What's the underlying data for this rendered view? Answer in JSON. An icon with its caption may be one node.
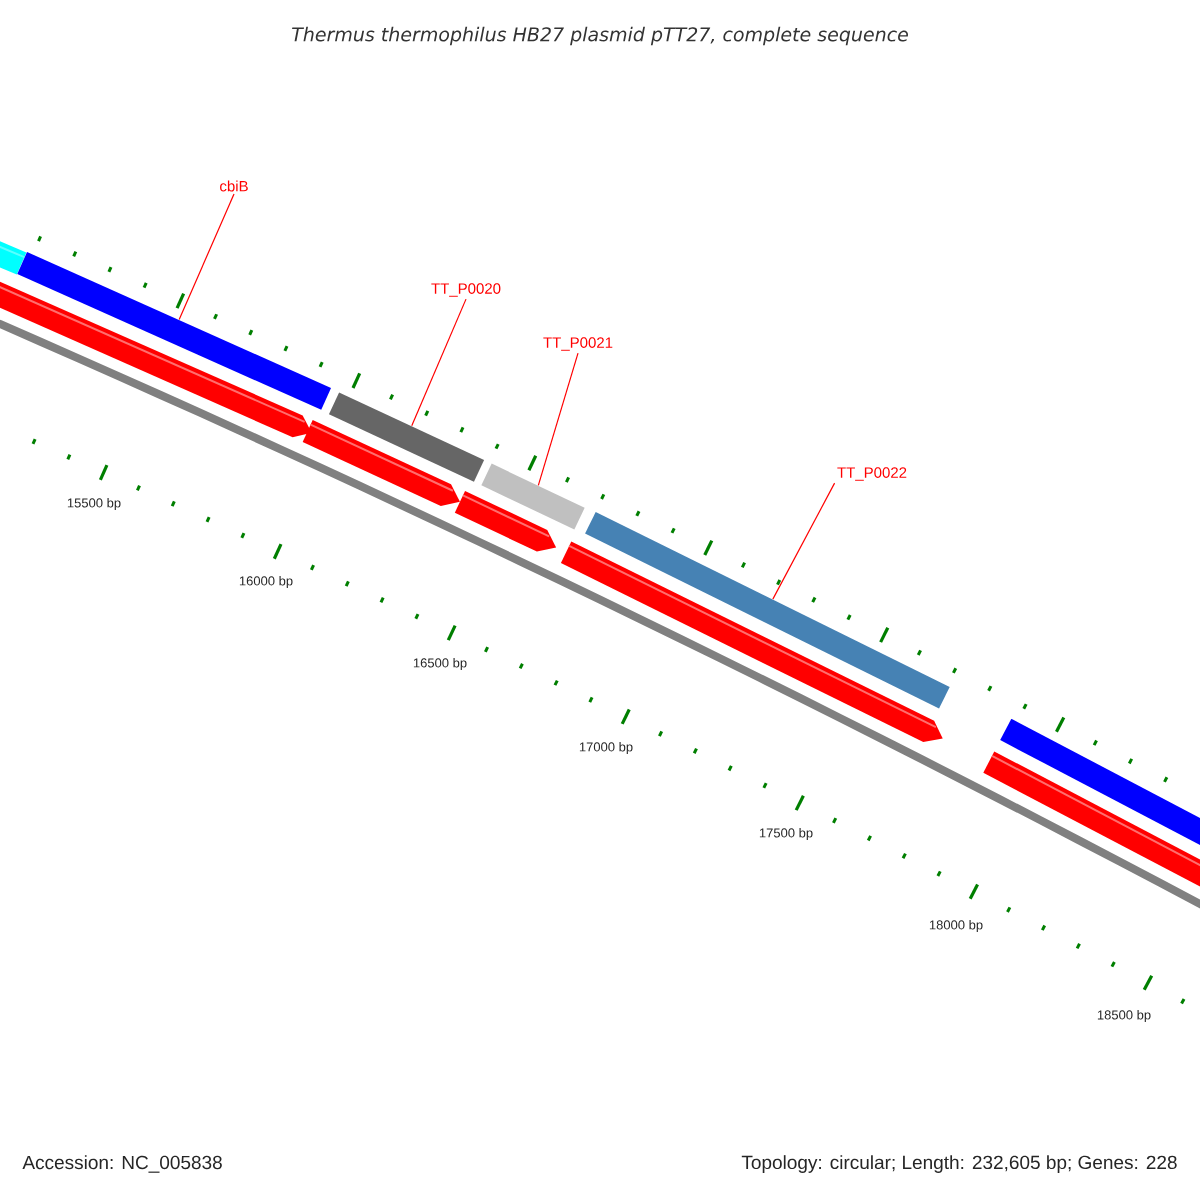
{
  "diagram": {
    "title": "Thermus thermophilus HB27 plasmid pTT27, complete sequence",
    "nodes": [
      {
        "text": [
          "cbiB"
        ]
      },
      {
        "text": [],
        "shape": "bar"
      },
      {
        "text": [
          "TT_P0020"
        ]
      },
      {
        "text": [],
        "shape": "bar"
      },
      {
        "text": [
          "TT_P0021"
        ]
      },
      {
        "text": [],
        "shape": "bar"
      },
      {
        "text": [
          "TT_P0022"
        ]
      },
      {
        "text": [],
        "shape": "bar"
      },
      {
        "text": [],
        "shape": "bar"
      }
    ],
    "edges": [
      {
        "from": 0,
        "to": 1,
        "arrow": "none"
      },
      {
        "from": 2,
        "to": 3,
        "arrow": "none"
      },
      {
        "from": 4,
        "to": 5,
        "arrow": "none"
      },
      {
        "from": 6,
        "to": 7,
        "arrow": "none"
      }
    ],
    "labels": [
      "15500 bp",
      "16000 bp",
      "16500 bp",
      "17000 bp",
      "17500 bp",
      "18000 bp",
      "18500 bp",
      "Accession: NC_005838",
      "Topology: circular; Length: 232,605 bp; Genes: 228"
    ]
  }
}
